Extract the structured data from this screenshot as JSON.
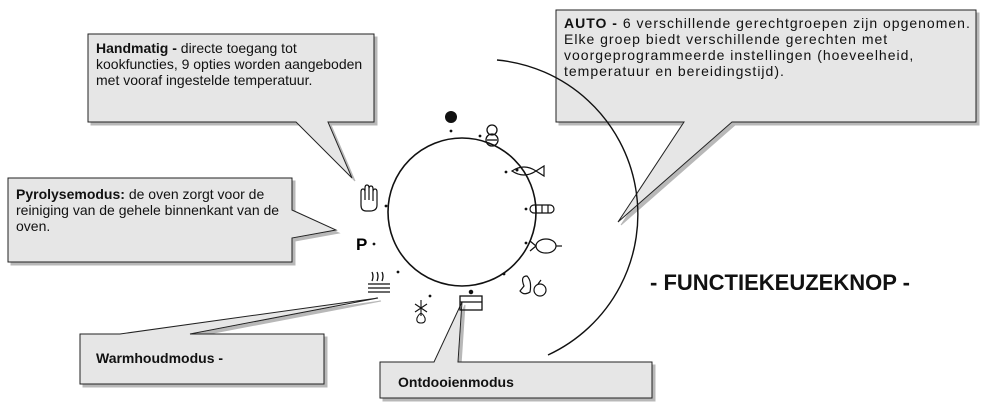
{
  "title": "- FUNCTIEKEUZEKNOP -",
  "callouts": {
    "handmatig": {
      "label": "Handmatig -",
      "text": " directe toegang tot kookfuncties, 9 opties worden aangeboden met vooraf ingestelde temperatuur."
    },
    "auto": {
      "label": "AUTO -",
      "text": " 6 verschillende gerechtgroepen zijn opgenomen. Elke groep biedt verschillende gerechten met voorgeprogrammeerde instellingen (hoeveelheid, temperatuur en bereidingstijd)."
    },
    "pyrolyse": {
      "label": "Pyrolysemodus:",
      "text": " de oven zorgt voor de reiniging van de gehele binnenkant van de oven."
    },
    "warmhoud": {
      "label": "Warmhoudmodus -"
    },
    "ontdooien": {
      "label": "Ontdooienmodus"
    }
  },
  "knob": {
    "p_symbol": "P",
    "icons": [
      "off-dot-icon",
      "weight-icon",
      "fish-icon",
      "sausage-icon",
      "roast-chicken-icon",
      "vegetables-icon",
      "cake-icon",
      "defrost-icon",
      "keep-warm-icon",
      "pyrolysis-p-icon",
      "hand-icon"
    ]
  },
  "colors": {
    "callout_fill": "#e6e6e6",
    "callout_stroke": "#222222",
    "knob_stroke": "#111111"
  }
}
